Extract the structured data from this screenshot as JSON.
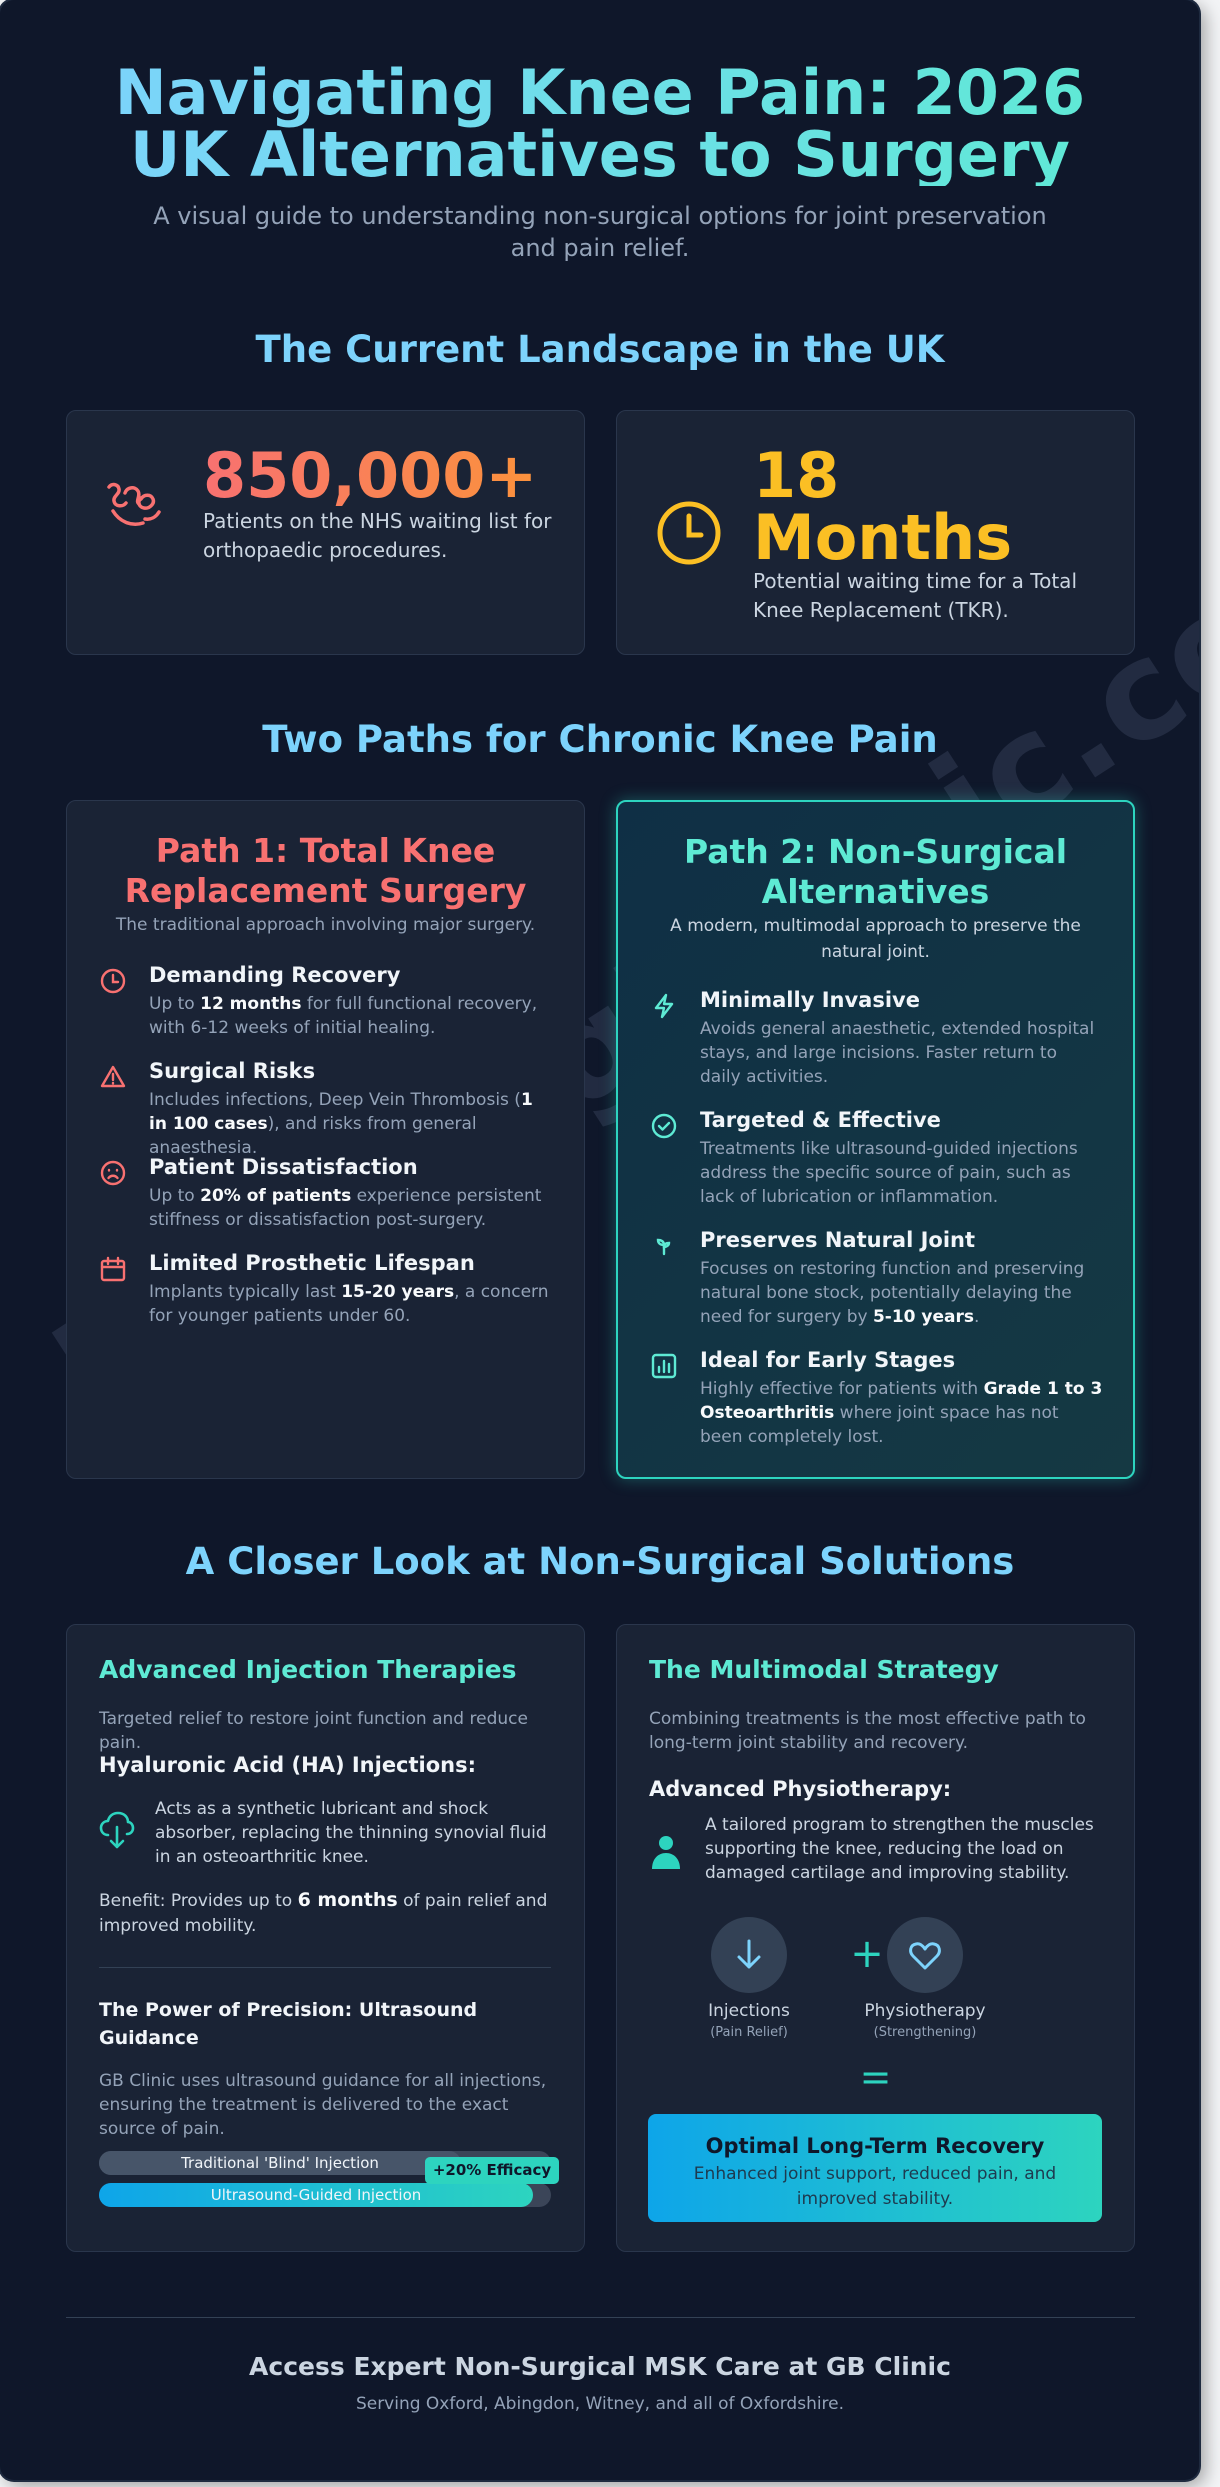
{
  "header": {
    "title": "Navigating Knee Pain: 2026 UK Alternatives to Surgery",
    "subtitle": "A visual guide to understanding non-surgical options for joint preservation and pain relief."
  },
  "watermark": "https://gbclinic.co.uk",
  "landscape": {
    "heading": "The Current Landscape in the UK",
    "stats": [
      {
        "value": "850,000+",
        "description": "Patients on the NHS waiting list for orthopaedic procedures.",
        "icon": "hand-pain-icon",
        "color": "#f87171"
      },
      {
        "value": "18 Months",
        "description": "Potential waiting time for a Total Knee Replacement (TKR).",
        "icon": "clock-icon",
        "color": "#fbbf24"
      }
    ]
  },
  "paths": {
    "heading": "Two Paths for Chronic Knee Pain",
    "path1": {
      "title": "Path 1: Total Knee Replacement Surgery",
      "subtitle": "The traditional approach involving major surgery.",
      "color": "#f87171",
      "items": [
        {
          "icon": "clock-icon",
          "title": "Demanding Recovery",
          "pre": "Up to ",
          "bold": "12 months",
          "post": " for full functional recovery, with 6-12 weeks of initial healing."
        },
        {
          "icon": "warning-icon",
          "title": "Surgical Risks",
          "pre": "Includes infections, Deep Vein Thrombosis (",
          "bold": "1 in 100 cases",
          "post": "), and risks from general anaesthesia."
        },
        {
          "icon": "sad-face-icon",
          "title": "Patient Dissatisfaction",
          "pre": "Up to ",
          "bold": "20% of patients",
          "post": " experience persistent stiffness or dissatisfaction post-surgery."
        },
        {
          "icon": "calendar-icon",
          "title": "Limited Prosthetic Lifespan",
          "pre": "Implants typically last ",
          "bold": "15-20 years",
          "post": ", a concern for younger patients under 60."
        }
      ]
    },
    "path2": {
      "title": "Path 2: Non-Surgical Alternatives",
      "subtitle": "A modern, multimodal approach to preserve the natural joint.",
      "color": "#5eead4",
      "items": [
        {
          "icon": "lightning-icon",
          "title": "Minimally Invasive",
          "pre": "Avoids general anaesthetic, extended hospital stays, and large incisions. Faster return to daily activities.",
          "bold": "",
          "post": ""
        },
        {
          "icon": "check-circle-icon",
          "title": "Targeted & Effective",
          "pre": "Treatments like ultrasound-guided injections address the specific source of pain, such as lack of lubrication or inflammation.",
          "bold": "",
          "post": ""
        },
        {
          "icon": "sprout-icon",
          "title": "Preserves Natural Joint",
          "pre": "Focuses on restoring function and preserving natural bone stock, potentially delaying the need for surgery by ",
          "bold": "5-10 years",
          "post": "."
        },
        {
          "icon": "bar-chart-icon",
          "title": "Ideal for Early Stages",
          "pre": "Highly effective for patients with ",
          "bold": "Grade 1 to 3 Osteoarthritis",
          "post": " where joint space has not been completely lost."
        }
      ]
    }
  },
  "solutions": {
    "heading": "A Closer Look at Non-Surgical Solutions",
    "injection": {
      "title": "Advanced Injection Therapies",
      "subtitle": "Targeted relief to restore joint function and reduce pain.",
      "ha_heading": "Hyaluronic Acid (HA) Injections:",
      "ha_text": "Acts as a synthetic lubricant and shock absorber, replacing the thinning synovial fluid in an osteoarthritic knee.",
      "benefit_pre": "Benefit: Provides up to ",
      "benefit_bold": "6 months",
      "benefit_post": " of pain relief and improved mobility.",
      "precision_heading": "The Power of Precision: Ultrasound Guidance",
      "precision_text": "GB Clinic uses ultrasound guidance for all injections, ensuring the treatment is delivered to the exact source of pain.",
      "bars": [
        {
          "label": "Traditional 'Blind' Injection",
          "fill": 0.8,
          "color": "#475569"
        },
        {
          "label": "Ultrasound-Guided Injection",
          "fill": 0.96,
          "color": "#0ea5e9"
        }
      ],
      "efficacy_badge": "+20% Efficacy"
    },
    "multimodal": {
      "title": "The Multimodal Strategy",
      "subtitle": "Combining treatments is the most effective path to long-term joint stability and recovery.",
      "physio_heading": "Advanced Physiotherapy:",
      "physio_text": "A tailored program to strengthen the muscles supporting the knee, reducing the load on damaged cartilage and improving stability.",
      "combo": [
        {
          "label": "Injections",
          "sub": "(Pain Relief)",
          "icon": "arrow-down-icon"
        },
        {
          "label": "Physiotherapy",
          "sub": "(Strengthening)",
          "icon": "heart-icon"
        }
      ],
      "plus": "+",
      "equals": "=",
      "result_title": "Optimal Long-Term Recovery",
      "result_text": "Enhanced joint support, reduced pain, and improved stability."
    }
  },
  "footer": {
    "title": "Access Expert Non-Surgical MSK Care at GB Clinic",
    "subtitle": "Serving Oxford, Abingdon, Witney, and all of Oxfordshire."
  }
}
